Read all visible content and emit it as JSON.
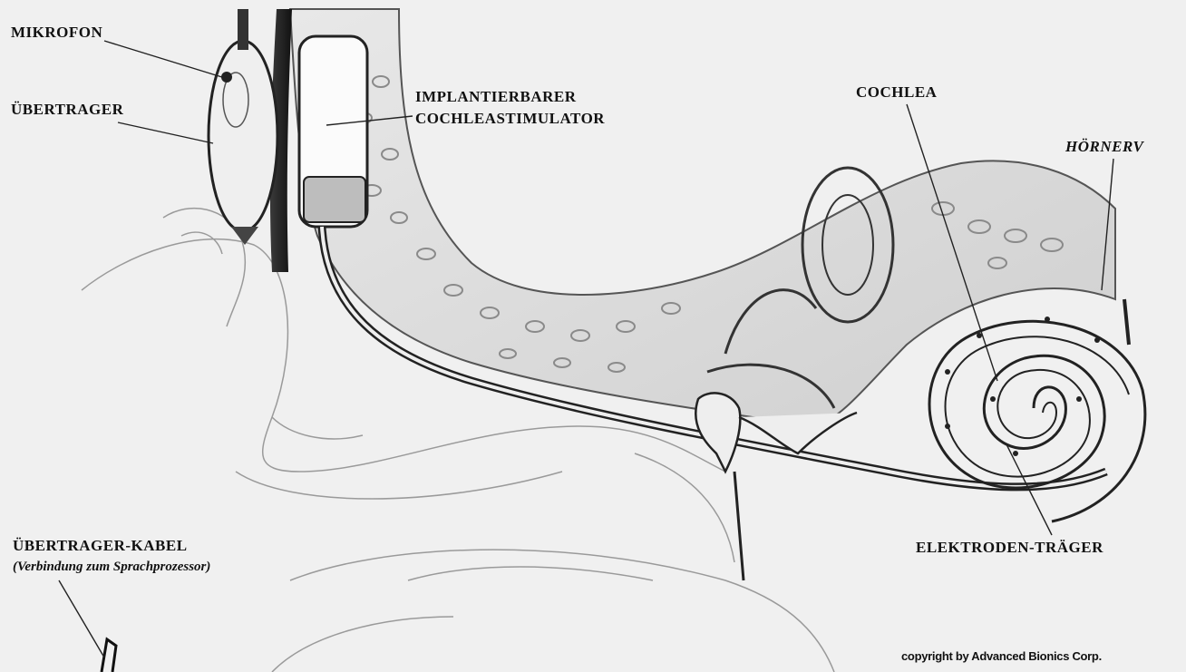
{
  "labels": {
    "mikrofon": "MIKROFON",
    "uebertrager": "ÜBERTRAGER",
    "implant_line1": "IMPLANTIERBARER",
    "implant_line2": "COCHLEASTIMULATOR",
    "cochlea": "COCHLEA",
    "hoernerv": "HÖRNERV",
    "kabel_line1": "ÜBERTRAGER-KABEL",
    "kabel_line2": "(Verbindung zum Sprachprozessor)",
    "elektroden": "ELEKTRODEN-TRÄGER"
  },
  "credit": "copyright by Advanced Bionics Corp."
}
